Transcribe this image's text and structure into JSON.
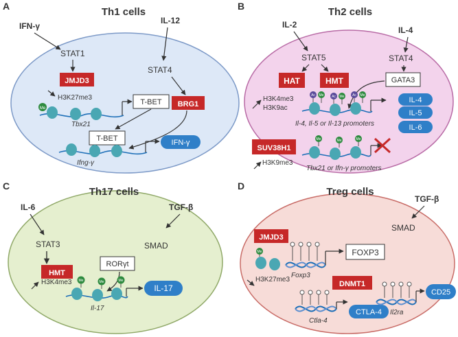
{
  "colors": {
    "th1_bg": "#dde8f7",
    "th1_border": "#7c99c7",
    "th2_bg": "#f3d3ec",
    "th2_border": "#b86aa5",
    "th17_bg": "#e5efcf",
    "th17_border": "#8fa867",
    "treg_bg": "#f7dcd8",
    "treg_border": "#c86b66",
    "red_box": "#c62828",
    "blue_pill": "#2f7fc8",
    "dna": "#1d6fb8",
    "nucleosome": "#4aa7b3",
    "me_tag": "#2e8b3f",
    "ac_tag": "#5a4a9a"
  },
  "panels": {
    "A": {
      "letter": "A",
      "title": "Th1 cells",
      "inputs": {
        "ifn_g": "IFN-γ",
        "il12": "IL-12"
      },
      "stat1": "STAT1",
      "stat4": "STAT4",
      "jmjd3": "JMJD3",
      "brg1": "BRG1",
      "h3k27me3": "H3K27me3",
      "tbet_1": "T-BET",
      "tbet_2": "T-BET",
      "gene_tbx21": "Tbx21",
      "gene_ifng": "Ifng-γ",
      "ifng_out": "IFN-γ",
      "me": "Me"
    },
    "B": {
      "letter": "B",
      "title": "Th2 cells",
      "inputs": {
        "il2": "IL-2",
        "il4": "IL-4"
      },
      "stat5": "STAT5",
      "stat4": "STAT4",
      "gata3": "GATA3",
      "hat": "HAT",
      "hmt": "HMT",
      "marks_1": "H3K4me3",
      "marks_2": "H3K9ac",
      "promoters": "Il-4, Il-5 or Il-13 promoters",
      "outputs": [
        "IL-4",
        "IL-5",
        "IL-6"
      ],
      "suv": "SUV38H1",
      "h3k9me3": "H3K9me3",
      "promoters_2": "Tbx21 or Ifn-γ promoters",
      "me": "Me",
      "ac": "Ac"
    },
    "C": {
      "letter": "C",
      "title": "Th17 cells",
      "inputs": {
        "il6": "IL-6",
        "tgfb": "TGF-β"
      },
      "stat3": "STAT3",
      "smad": "SMAD",
      "rorgt": "RORγt",
      "hmt": "HMT",
      "h3k4me3": "H3K4me3",
      "gene": "Il-17",
      "output": "IL-17",
      "me": "Me"
    },
    "D": {
      "letter": "D",
      "title": "Treg cells",
      "inputs": {
        "tgfb": "TGF-β"
      },
      "smad": "SMAD",
      "jmjd3": "JMJD3",
      "h3k27me3": "H3K27me3",
      "gene_foxp3": "Foxp3",
      "foxp3": "FOXP3",
      "dnmt1": "DNMT1",
      "gene_ctla4": "Ctla-4",
      "ctla4": "CTLA-4",
      "gene_il2ra": "Il2ra",
      "cd25": "CD25",
      "me": "Me"
    }
  }
}
